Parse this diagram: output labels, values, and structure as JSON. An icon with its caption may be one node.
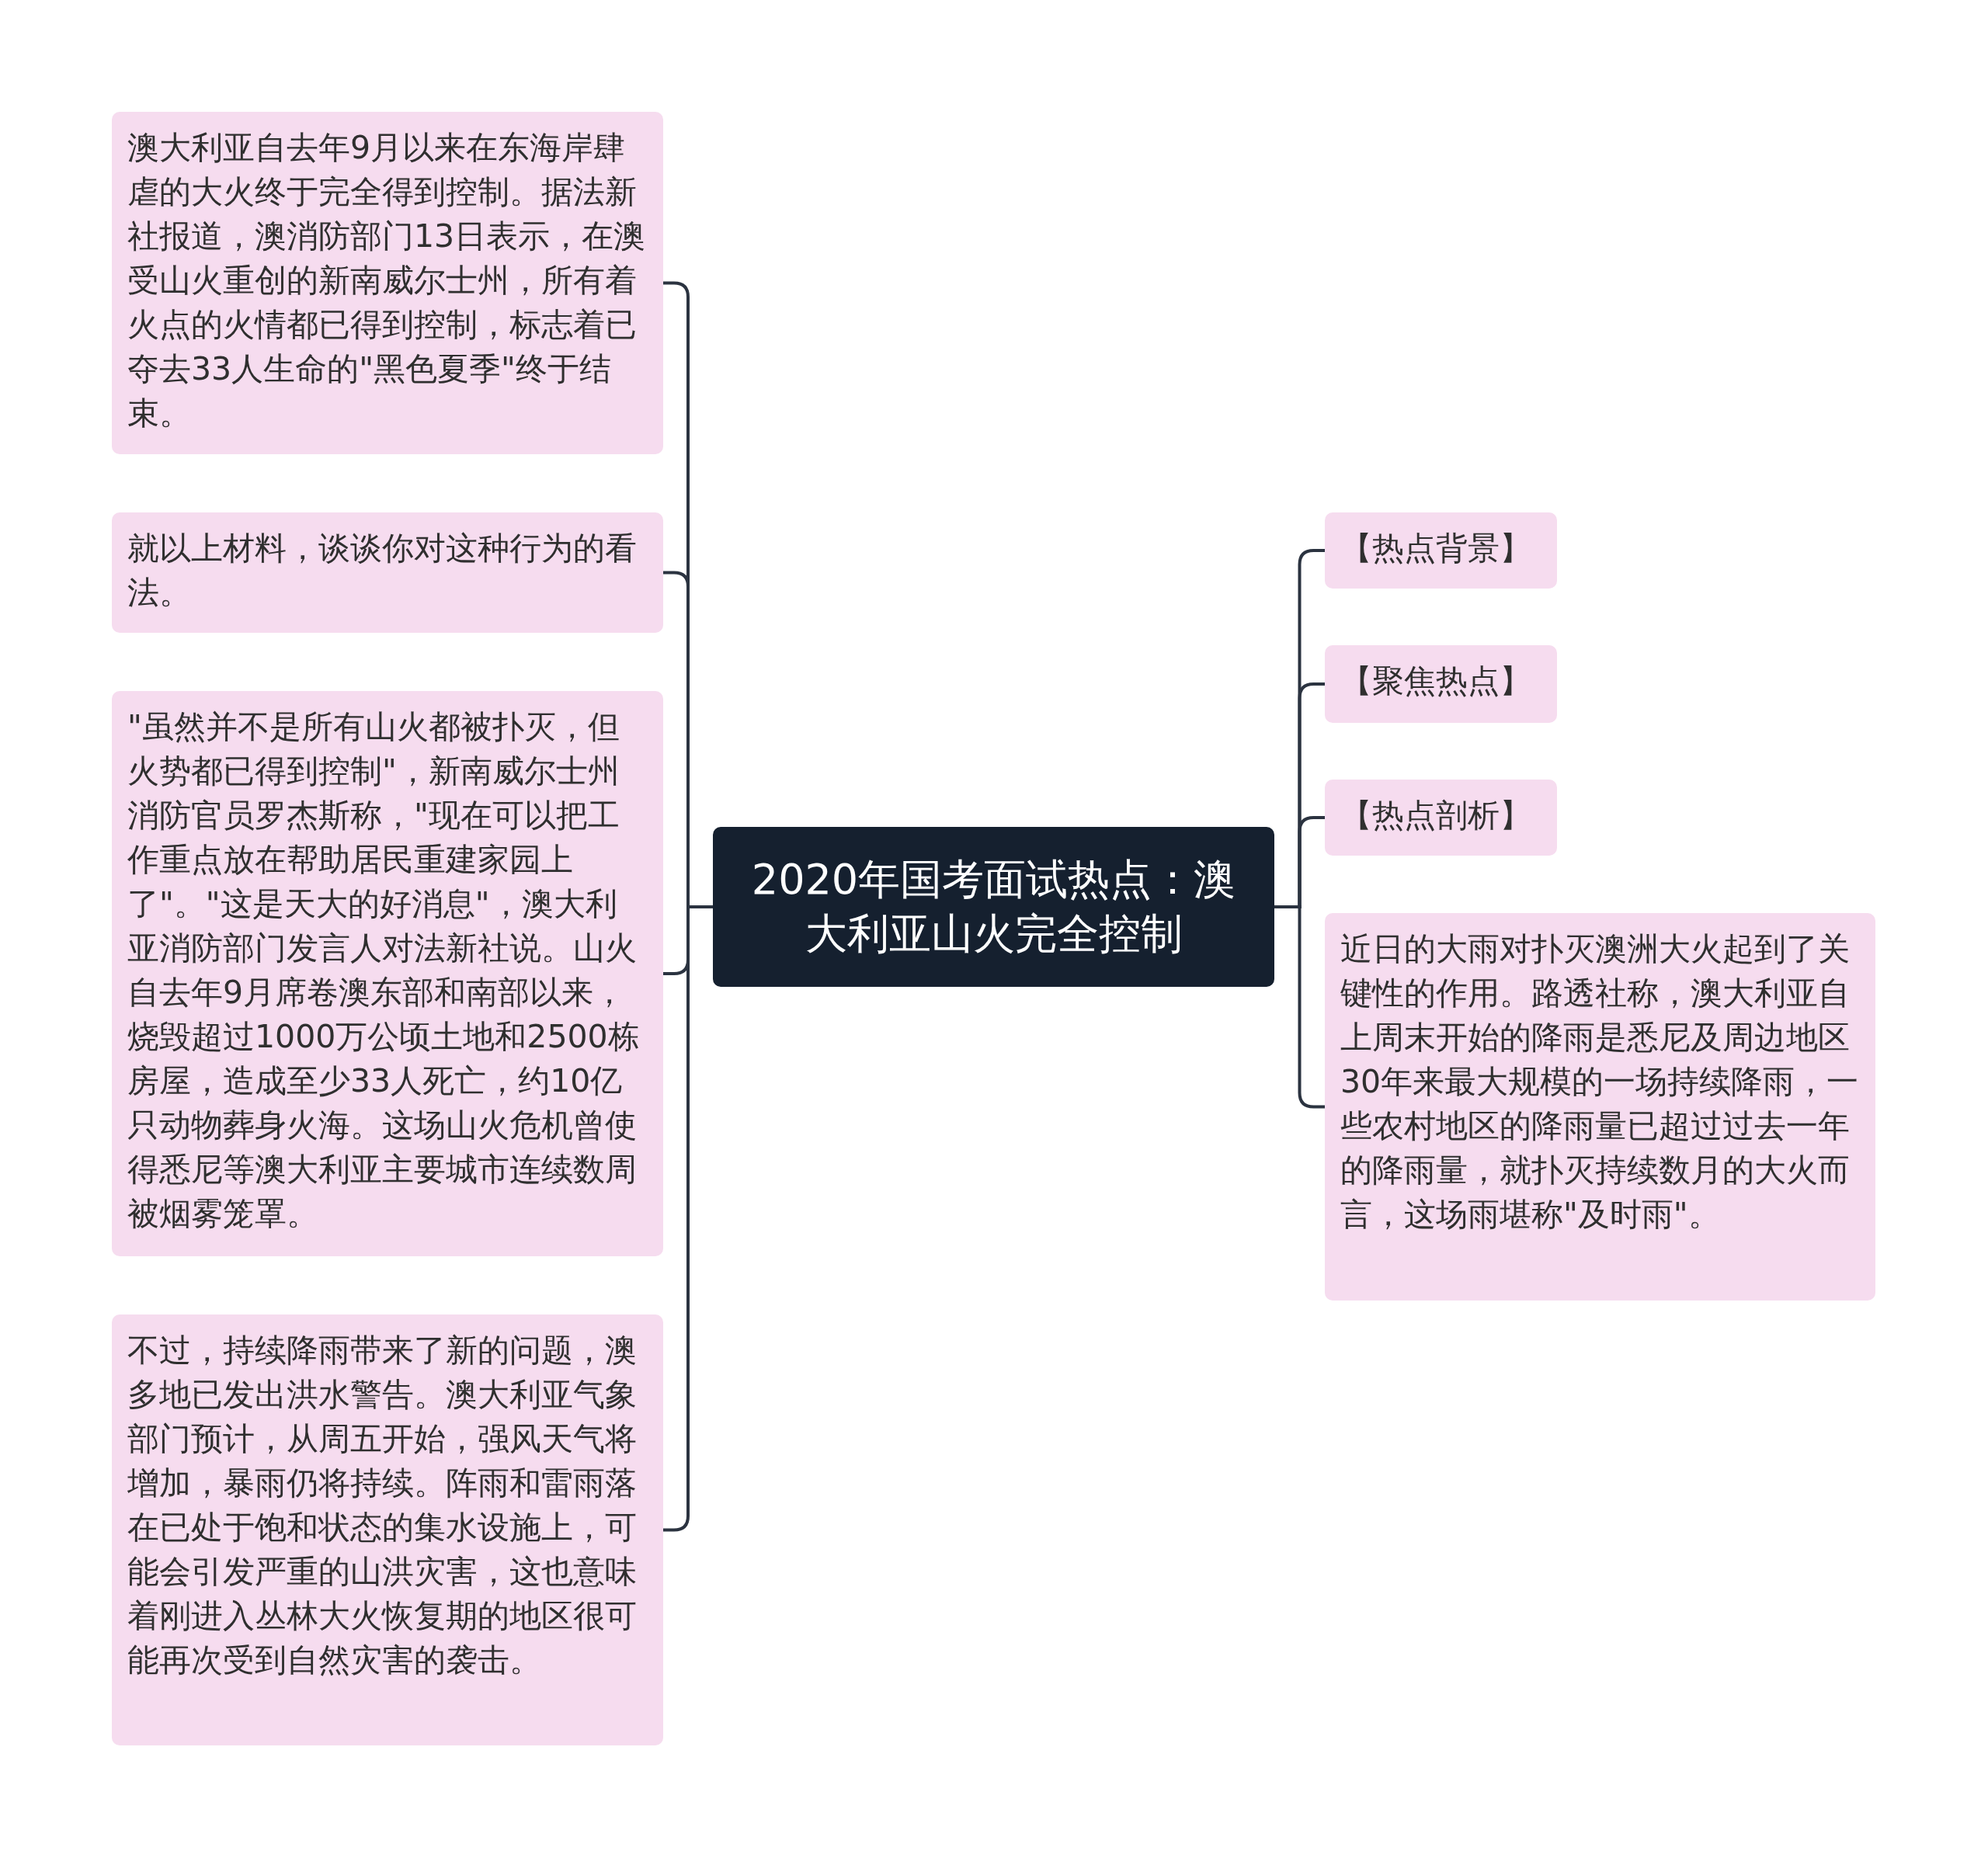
{
  "diagram": {
    "nodes": [
      {
        "text": [
          "2020年国考面试热点：澳大利亚山火完全控制"
        ]
      },
      {
        "text": [
          "澳大利亚自去年9月以来在东海岸肆虐的大火终于完全得到控制。据法新社报道，澳消防部门13日表示，在澳受山火重创的新南威尔士州，所有着火点的火情都已得到控制，标志着已夺去33人生命的\"黑色夏季\"终于结束。"
        ]
      },
      {
        "text": [
          "就以上材料，谈谈你对这种行为的看法。"
        ]
      },
      {
        "text": [
          "\"虽然并不是所有山火都被扑灭，但火势都已得到控制\"，新南威尔士州消防官员罗杰斯称，\"现在可以把工作重点放在帮助居民重建家园上了\"。\"这是天大的好消息\"，澳大利亚消防部门发言人对法新社说。山火自去年9月席卷澳东部和南部以来，烧毁超过1000万公顷土地和2500栋房屋，造成至少33人死亡，约10亿只动物葬身火海。这场山火危机曾使得悉尼等澳大利亚主要城市连续数周被烟雾笼罩。"
        ]
      },
      {
        "text": [
          "不过，持续降雨带来了新的问题，澳多地已发出洪水警告。澳大利亚气象部门预计，从周五开始，强风天气将增加，暴雨仍将持续。阵雨和雷雨落在已处于饱和状态的集水设施上，可能会引发严重的山洪灾害，这也意味着刚进入丛林大火恢复期的地区很可能再次受到自然灾害的袭击。"
        ]
      },
      {
        "text": [
          "【热点背景】"
        ]
      },
      {
        "text": [
          "【聚焦热点】"
        ]
      },
      {
        "text": [
          "【热点剖析】"
        ]
      },
      {
        "text": [
          "近日的大雨对扑灭澳洲大火起到了关键性的作用。路透社称，澳大利亚自上周末开始的降雨是悉尼及周边地区30年来最大规模的一场持续降雨，一些农村地区的降雨量已超过过去一年的降雨量，就扑灭持续数月的大火而言，这场雨堪称\"及时雨\"。"
        ]
      }
    ],
    "edges": [
      {
        "from": 0,
        "to": 1,
        "arrow": "none"
      },
      {
        "from": 0,
        "to": 2,
        "arrow": "none"
      },
      {
        "from": 0,
        "to": 3,
        "arrow": "none"
      },
      {
        "from": 0,
        "to": 4,
        "arrow": "none"
      },
      {
        "from": 0,
        "to": 5,
        "arrow": "none"
      },
      {
        "from": 0,
        "to": 6,
        "arrow": "none"
      },
      {
        "from": 0,
        "to": 7,
        "arrow": "none"
      },
      {
        "from": 0,
        "to": 8,
        "arrow": "none"
      }
    ]
  }
}
